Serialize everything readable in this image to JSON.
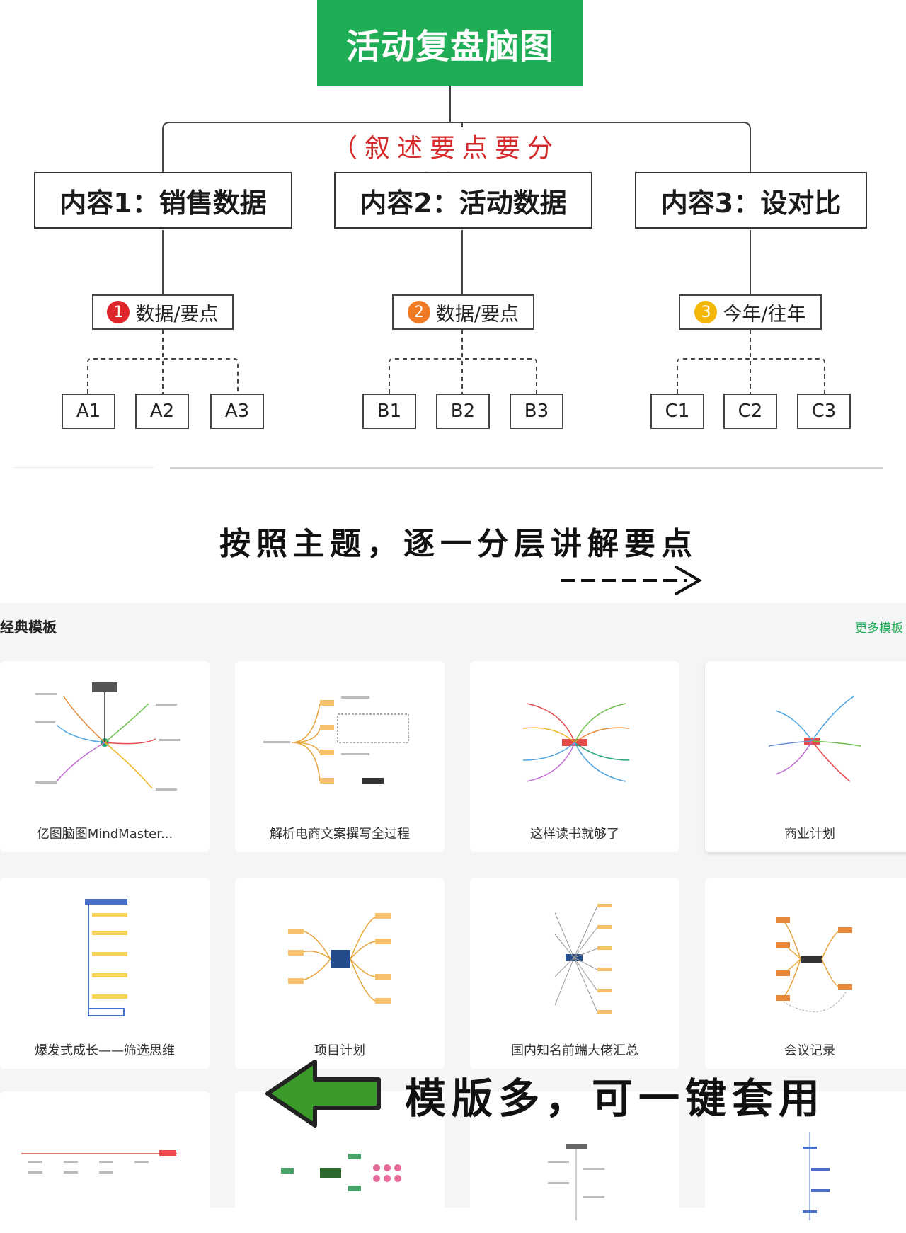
{
  "diagram": {
    "root": "活动复盘脑图",
    "subtitle": "（叙述要点要分类）",
    "branches": [
      {
        "title": "内容1：销售数据",
        "badge": "1",
        "badge_color": "#e0242b",
        "sub": "数据/要点",
        "leaves": [
          "A1",
          "A2",
          "A3"
        ]
      },
      {
        "title": "内容2：活动数据",
        "badge": "2",
        "badge_color": "#f07b25",
        "sub": "数据/要点",
        "leaves": [
          "B1",
          "B2",
          "B3"
        ]
      },
      {
        "title": "内容3：设对比",
        "badge": "3",
        "badge_color": "#f5b60a",
        "sub": "今年/往年",
        "leaves": [
          "C1",
          "C2",
          "C3"
        ]
      }
    ],
    "caption": "按照主题，逐一分层讲解要点"
  },
  "gallery": {
    "section_title": "经典模板",
    "more_link": "更多模板",
    "cards": [
      {
        "label": "亿图脑图MindMaster..."
      },
      {
        "label": "解析电商文案撰写全过程"
      },
      {
        "label": "这样读书就够了"
      },
      {
        "label": "商业计划"
      },
      {
        "label": "爆发式成长——筛选思维"
      },
      {
        "label": "项目计划"
      },
      {
        "label": "国内知名前端大佬汇总"
      },
      {
        "label": "会议记录"
      }
    ],
    "caption": "模版多，可一键套用",
    "accent": "#1fae55",
    "arrow_color": "#3a9b2b"
  }
}
